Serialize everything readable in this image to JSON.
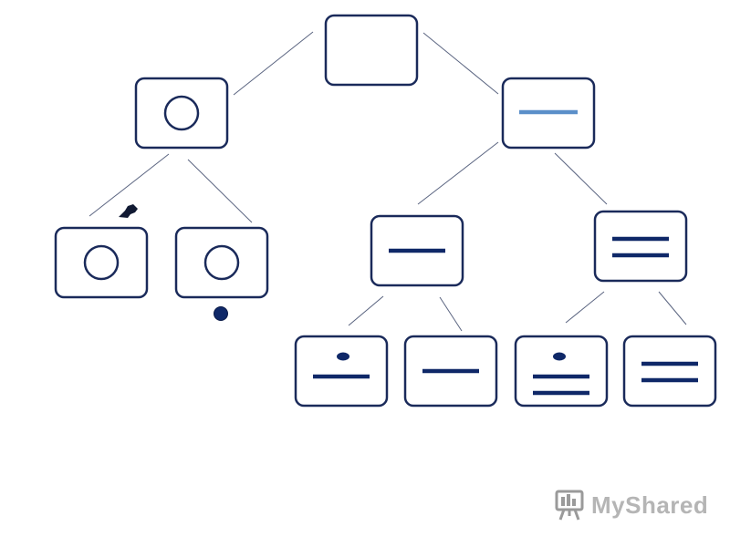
{
  "diagram": {
    "type": "tree",
    "colors": {
      "node_border": "#1a2a5a",
      "edge": "#5a6480",
      "symbol_dark": "#0f2868",
      "symbol_light": "#5b8fc9",
      "dot": "#0f2868",
      "watermark": "#b5b5b5"
    },
    "nodes": [
      {
        "id": "root",
        "symbol": "empty"
      },
      {
        "id": "left",
        "symbol": "circle"
      },
      {
        "id": "right",
        "symbol": "line-light"
      },
      {
        "id": "left-left",
        "symbol": "circle"
      },
      {
        "id": "left-right",
        "symbol": "circle"
      },
      {
        "id": "right-left",
        "symbol": "line"
      },
      {
        "id": "right-right",
        "symbol": "double-line"
      },
      {
        "id": "rl-left",
        "symbol": "dot-over-line"
      },
      {
        "id": "rl-right",
        "symbol": "line"
      },
      {
        "id": "rr-left",
        "symbol": "dot-over-double-line"
      },
      {
        "id": "rr-right",
        "symbol": "double-line"
      }
    ],
    "edges": [
      [
        "root",
        "left"
      ],
      [
        "root",
        "right"
      ],
      [
        "left",
        "left-left"
      ],
      [
        "left",
        "left-right"
      ],
      [
        "right",
        "right-left"
      ],
      [
        "right",
        "right-right"
      ],
      [
        "right-left",
        "rl-left"
      ],
      [
        "right-left",
        "rl-right"
      ],
      [
        "right-right",
        "rr-left"
      ],
      [
        "right-right",
        "rr-right"
      ]
    ],
    "markers": [
      {
        "id": "pencil-mark",
        "symbol": "brush-mark"
      },
      {
        "id": "bullet-dot",
        "symbol": "dot"
      }
    ]
  },
  "watermark": {
    "text": "MyShared",
    "icon": "presentation-board-icon"
  }
}
